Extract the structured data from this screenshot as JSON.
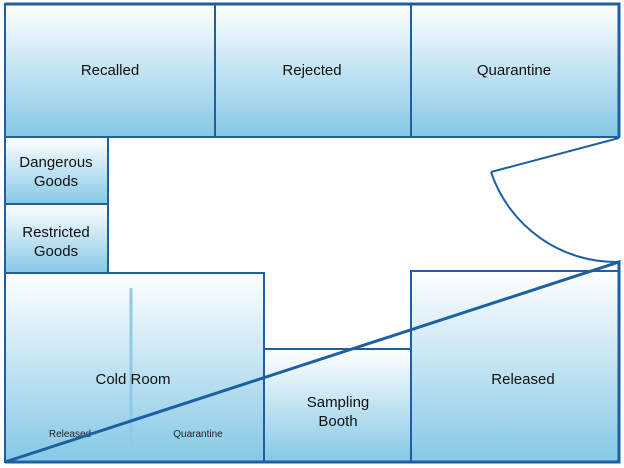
{
  "floorplan": {
    "rooms": {
      "recalled": {
        "label": "Recalled"
      },
      "rejected": {
        "label": "Rejected"
      },
      "quarantine": {
        "label": "Quarantine"
      },
      "dangerous_goods": {
        "label_line1": "Dangerous",
        "label_line2": "Goods"
      },
      "restricted_goods": {
        "label_line1": "Restricted",
        "label_line2": "Goods"
      },
      "cold_room": {
        "label": "Cold Room",
        "zones": [
          "Released",
          "Quarantine"
        ]
      },
      "sampling_booth": {
        "label_line1": "Sampling",
        "label_line2": "Booth"
      },
      "released": {
        "label": "Released"
      }
    },
    "colors": {
      "wall": "#1d5fa3",
      "fill_top": "#ffffff",
      "fill_bottom": "#85c8e6",
      "divider": "#8fcbe8"
    }
  }
}
